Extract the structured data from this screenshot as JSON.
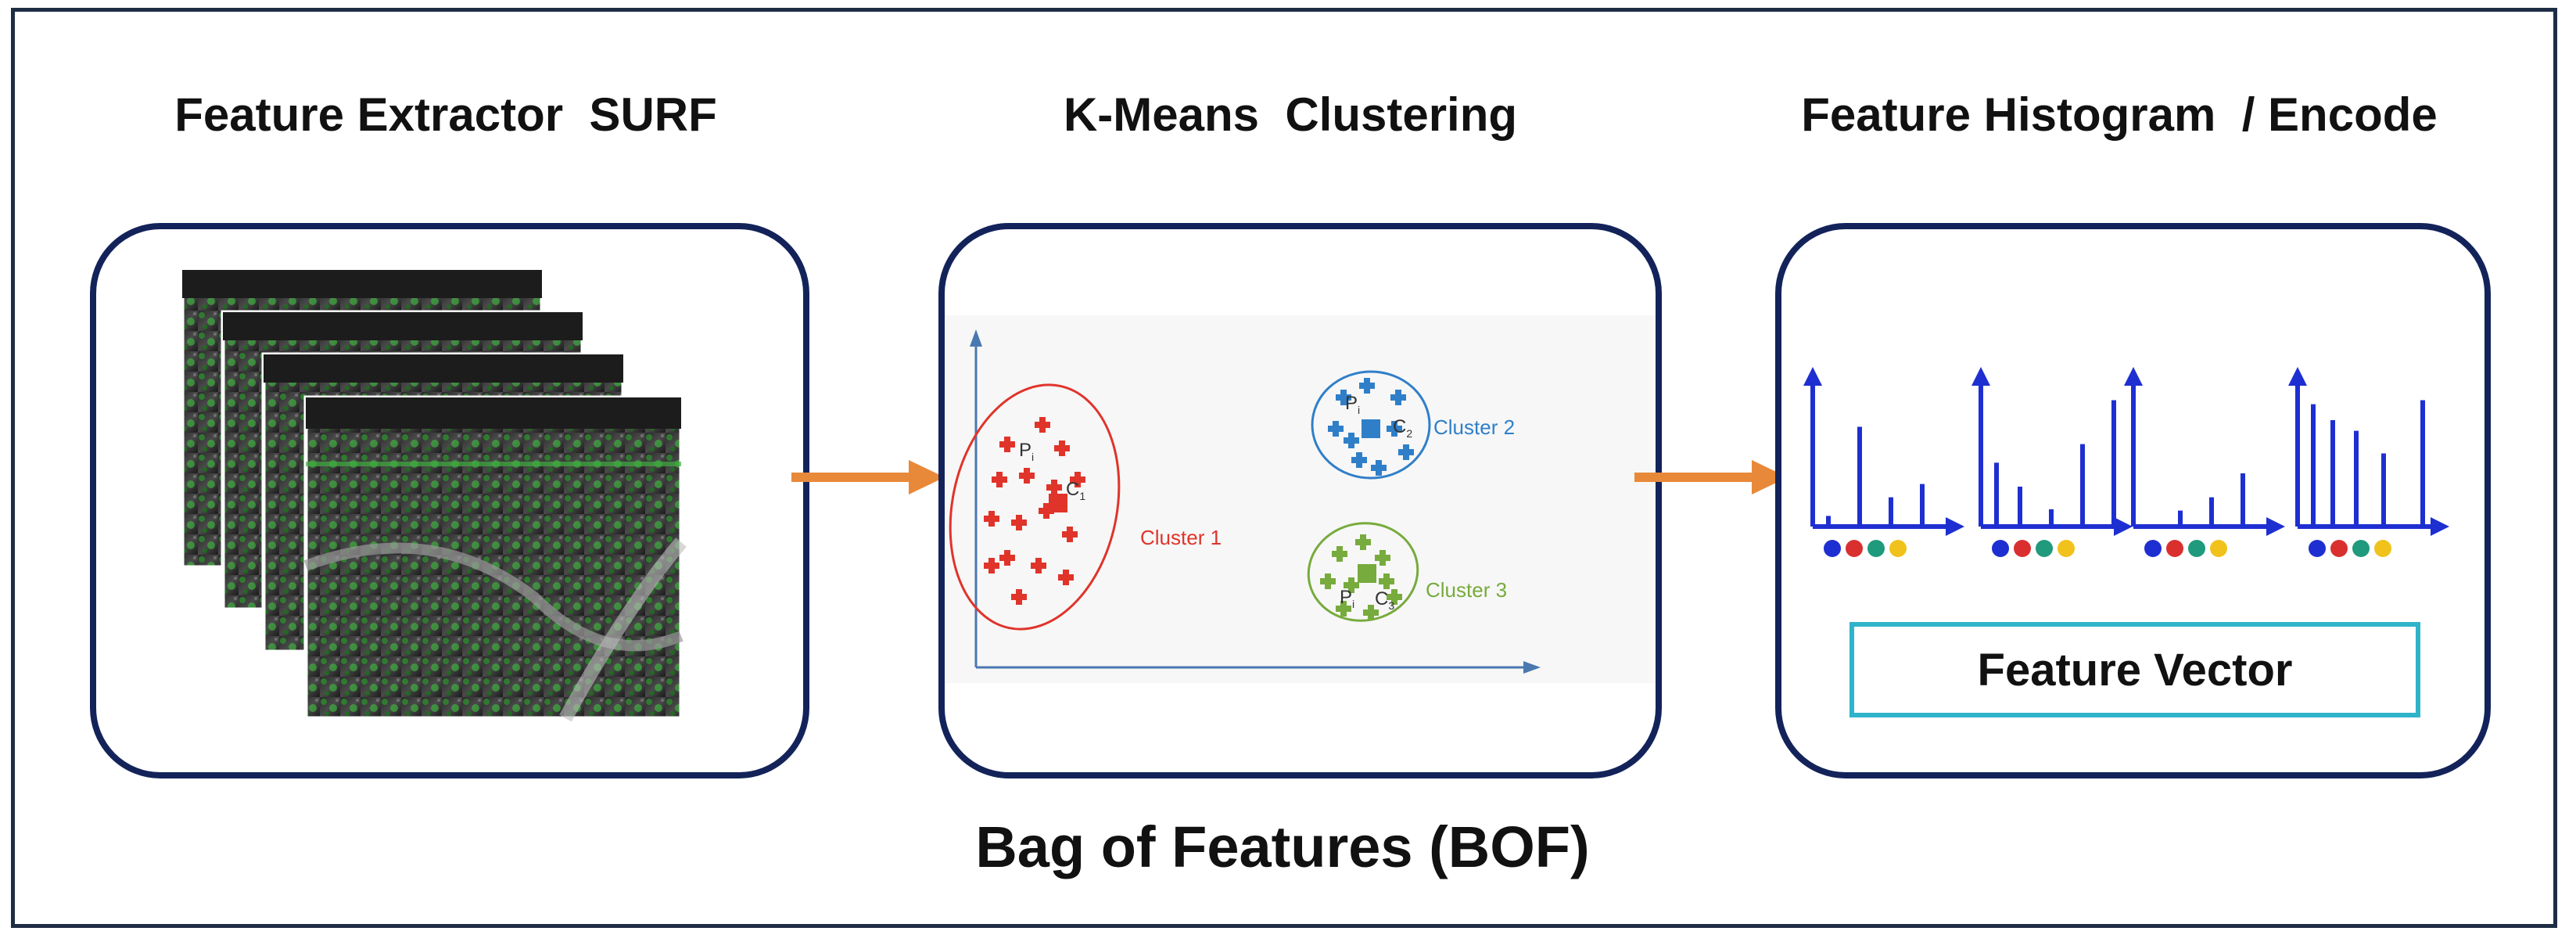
{
  "stages": [
    {
      "title": "Feature Extractor  SURF"
    },
    {
      "title": "K-Means  Clustering"
    },
    {
      "title": "Feature Histogram  / Encode"
    }
  ],
  "clusters": [
    {
      "label": "Cluster 1",
      "point_label": "P",
      "point_sub": "i",
      "centroid_label": "C",
      "centroid_sub": "1",
      "color": "#e0342b"
    },
    {
      "label": "Cluster 2",
      "point_label": "P",
      "point_sub": "i",
      "centroid_label": "C",
      "centroid_sub": "2",
      "color": "#2f7fc8"
    },
    {
      "label": "Cluster 3",
      "point_label": "P",
      "point_sub": "i",
      "centroid_label": "C",
      "centroid_sub": "3",
      "color": "#77ab3d"
    }
  ],
  "histogram_dot_colors": [
    "#1e2fd1",
    "#d9302f",
    "#1f9a7c",
    "#f0c21b"
  ],
  "feature_vector_label": "Feature Vector",
  "footer_label": "Bag of Features (BOF)",
  "colors": {
    "frame": "#1f2d44",
    "panel_border": "#13235a",
    "arrow": "#e8893a",
    "histogram": "#1e2fd1",
    "vector_box": "#2fb3c9"
  }
}
